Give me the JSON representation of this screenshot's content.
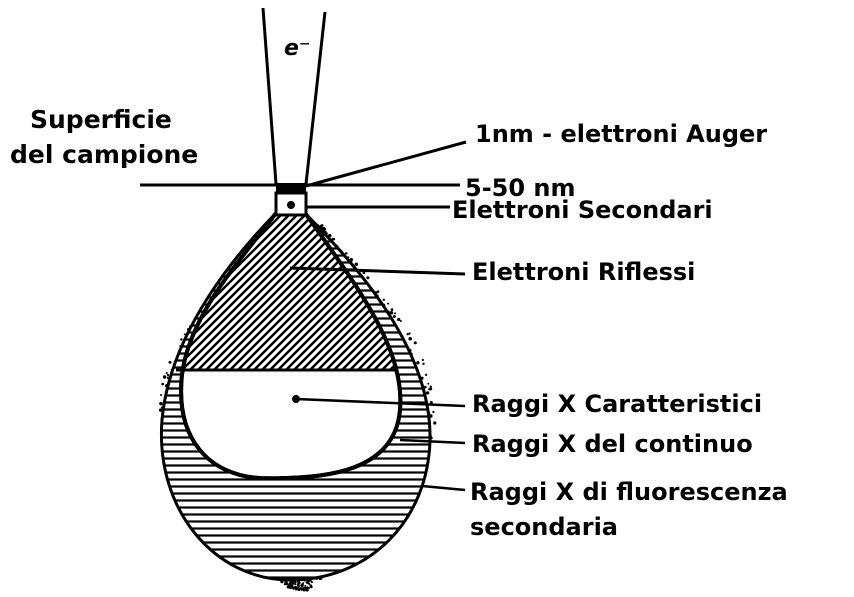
{
  "diagram": {
    "beam_label": "e⁻",
    "surface_label_line1": "Superficie",
    "surface_label_line2": "del campione",
    "labels": {
      "auger": "1nm - elettroni Auger",
      "depth": "5-50 nm",
      "secondary": "Elettroni Secondari",
      "backscattered": "Elettroni Riflessi",
      "characteristic": "Raggi X Caratteristici",
      "continuum": "Raggi X del continuo",
      "fluorescence_line1": "Raggi X di fluorescenza",
      "fluorescence_line2": "secondaria"
    },
    "colors": {
      "ink": "#000000",
      "paper": "#ffffff"
    }
  }
}
